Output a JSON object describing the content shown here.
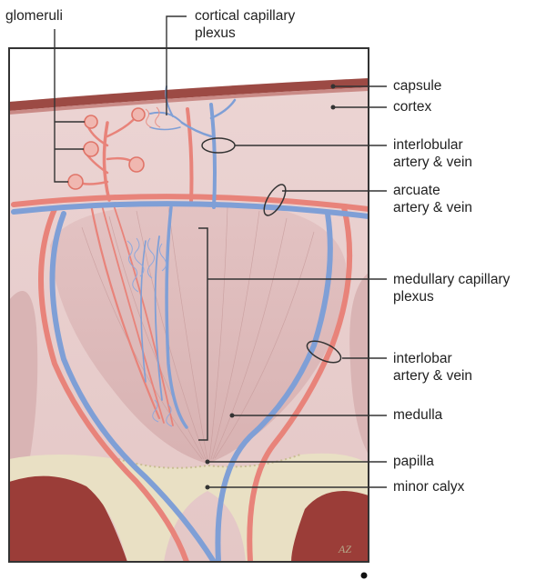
{
  "labels": {
    "glomeruli": "glomeruli",
    "cortical_capillary_plexus": [
      "cortical capillary",
      "plexus"
    ],
    "capsule": "capsule",
    "cortex": "cortex",
    "interlobular": [
      "interlobular",
      "artery & vein"
    ],
    "arcuate": [
      "arcuate",
      "artery & vein"
    ],
    "medullary_capillary_plexus": [
      "medullary capillary",
      "plexus"
    ],
    "interlobar": [
      "interlobar",
      "artery & vein"
    ],
    "medulla": "medulla",
    "papilla": "papilla",
    "minor_calyx": "minor calyx"
  },
  "signature": "AZ",
  "colors": {
    "artery": "#e8837a",
    "vein": "#7f9fd6",
    "cortex": "#ead0cf",
    "medulla": "#dcb8b8",
    "capsule": "#9c4a44",
    "calyx": "#e9e0c4",
    "dark_tissue": "#9b3d38",
    "leader": "#333333"
  }
}
